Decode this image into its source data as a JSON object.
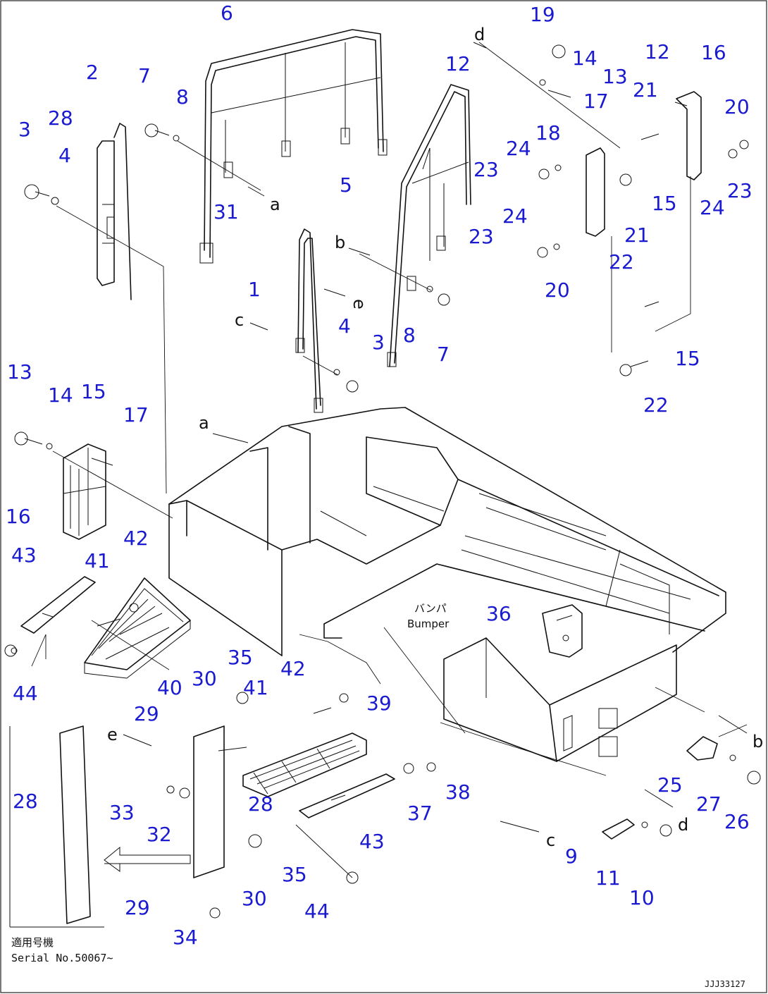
{
  "callouts": [
    {
      "id": "c1",
      "label": "1"
    },
    {
      "id": "c2",
      "label": "2"
    },
    {
      "id": "c3a",
      "label": "3"
    },
    {
      "id": "c3b",
      "label": "3"
    },
    {
      "id": "c4a",
      "label": "4"
    },
    {
      "id": "c4b",
      "label": "4"
    },
    {
      "id": "c5",
      "label": "5"
    },
    {
      "id": "c6",
      "label": "6"
    },
    {
      "id": "c7a",
      "label": "7"
    },
    {
      "id": "c7b",
      "label": "7"
    },
    {
      "id": "c8a",
      "label": "8"
    },
    {
      "id": "c8b",
      "label": "8"
    },
    {
      "id": "c9",
      "label": "9"
    },
    {
      "id": "c10",
      "label": "10"
    },
    {
      "id": "c11",
      "label": "11"
    },
    {
      "id": "c12a",
      "label": "12"
    },
    {
      "id": "c12b",
      "label": "12"
    },
    {
      "id": "c13a",
      "label": "13"
    },
    {
      "id": "c13b",
      "label": "13"
    },
    {
      "id": "c14a",
      "label": "14"
    },
    {
      "id": "c14b",
      "label": "14"
    },
    {
      "id": "c15a",
      "label": "15"
    },
    {
      "id": "c15b",
      "label": "15"
    },
    {
      "id": "c15c",
      "label": "15"
    },
    {
      "id": "c16a",
      "label": "16"
    },
    {
      "id": "c16b",
      "label": "16"
    },
    {
      "id": "c17a",
      "label": "17"
    },
    {
      "id": "c17b",
      "label": "17"
    },
    {
      "id": "c18",
      "label": "18"
    },
    {
      "id": "c19",
      "label": "19"
    },
    {
      "id": "c20a",
      "label": "20"
    },
    {
      "id": "c20b",
      "label": "20"
    },
    {
      "id": "c21a",
      "label": "21"
    },
    {
      "id": "c21b",
      "label": "21"
    },
    {
      "id": "c22a",
      "label": "22"
    },
    {
      "id": "c22b",
      "label": "22"
    },
    {
      "id": "c23a",
      "label": "23"
    },
    {
      "id": "c23b",
      "label": "23"
    },
    {
      "id": "c23c",
      "label": "23"
    },
    {
      "id": "c24a",
      "label": "24"
    },
    {
      "id": "c24b",
      "label": "24"
    },
    {
      "id": "c24c",
      "label": "24"
    },
    {
      "id": "c25",
      "label": "25"
    },
    {
      "id": "c26",
      "label": "26"
    },
    {
      "id": "c27",
      "label": "27"
    },
    {
      "id": "c28a",
      "label": "28"
    },
    {
      "id": "c28b",
      "label": "28"
    },
    {
      "id": "c28c",
      "label": "28"
    },
    {
      "id": "c29a",
      "label": "29"
    },
    {
      "id": "c29b",
      "label": "29"
    },
    {
      "id": "c30a",
      "label": "30"
    },
    {
      "id": "c30b",
      "label": "30"
    },
    {
      "id": "c31",
      "label": "31"
    },
    {
      "id": "c32",
      "label": "32"
    },
    {
      "id": "c33",
      "label": "33"
    },
    {
      "id": "c34",
      "label": "34"
    },
    {
      "id": "c35a",
      "label": "35"
    },
    {
      "id": "c35b",
      "label": "35"
    },
    {
      "id": "c36",
      "label": "36"
    },
    {
      "id": "c37",
      "label": "37"
    },
    {
      "id": "c38",
      "label": "38"
    },
    {
      "id": "c39",
      "label": "39"
    },
    {
      "id": "c40",
      "label": "40"
    },
    {
      "id": "c41a",
      "label": "41"
    },
    {
      "id": "c41b",
      "label": "41"
    },
    {
      "id": "c42a",
      "label": "42"
    },
    {
      "id": "c42b",
      "label": "42"
    },
    {
      "id": "c43a",
      "label": "43"
    },
    {
      "id": "c43b",
      "label": "43"
    },
    {
      "id": "c44a",
      "label": "44"
    },
    {
      "id": "c44b",
      "label": "44"
    }
  ],
  "marks": [
    {
      "id": "ma1",
      "label": "a"
    },
    {
      "id": "ma2",
      "label": "a"
    },
    {
      "id": "mb1",
      "label": "b"
    },
    {
      "id": "mb2",
      "label": "b"
    },
    {
      "id": "mc1",
      "label": "c"
    },
    {
      "id": "mc2",
      "label": "c"
    },
    {
      "id": "md1",
      "label": "d"
    },
    {
      "id": "md2",
      "label": "d"
    },
    {
      "id": "me1",
      "label": "e"
    },
    {
      "id": "me2",
      "label": "e"
    }
  ],
  "bumper_label_jp": "バンパ",
  "bumper_label_en": "Bumper",
  "inset_caption_jp": "適用号機",
  "inset_caption_serial": "Serial No.50067~",
  "drawing_number": "JJJ33127"
}
